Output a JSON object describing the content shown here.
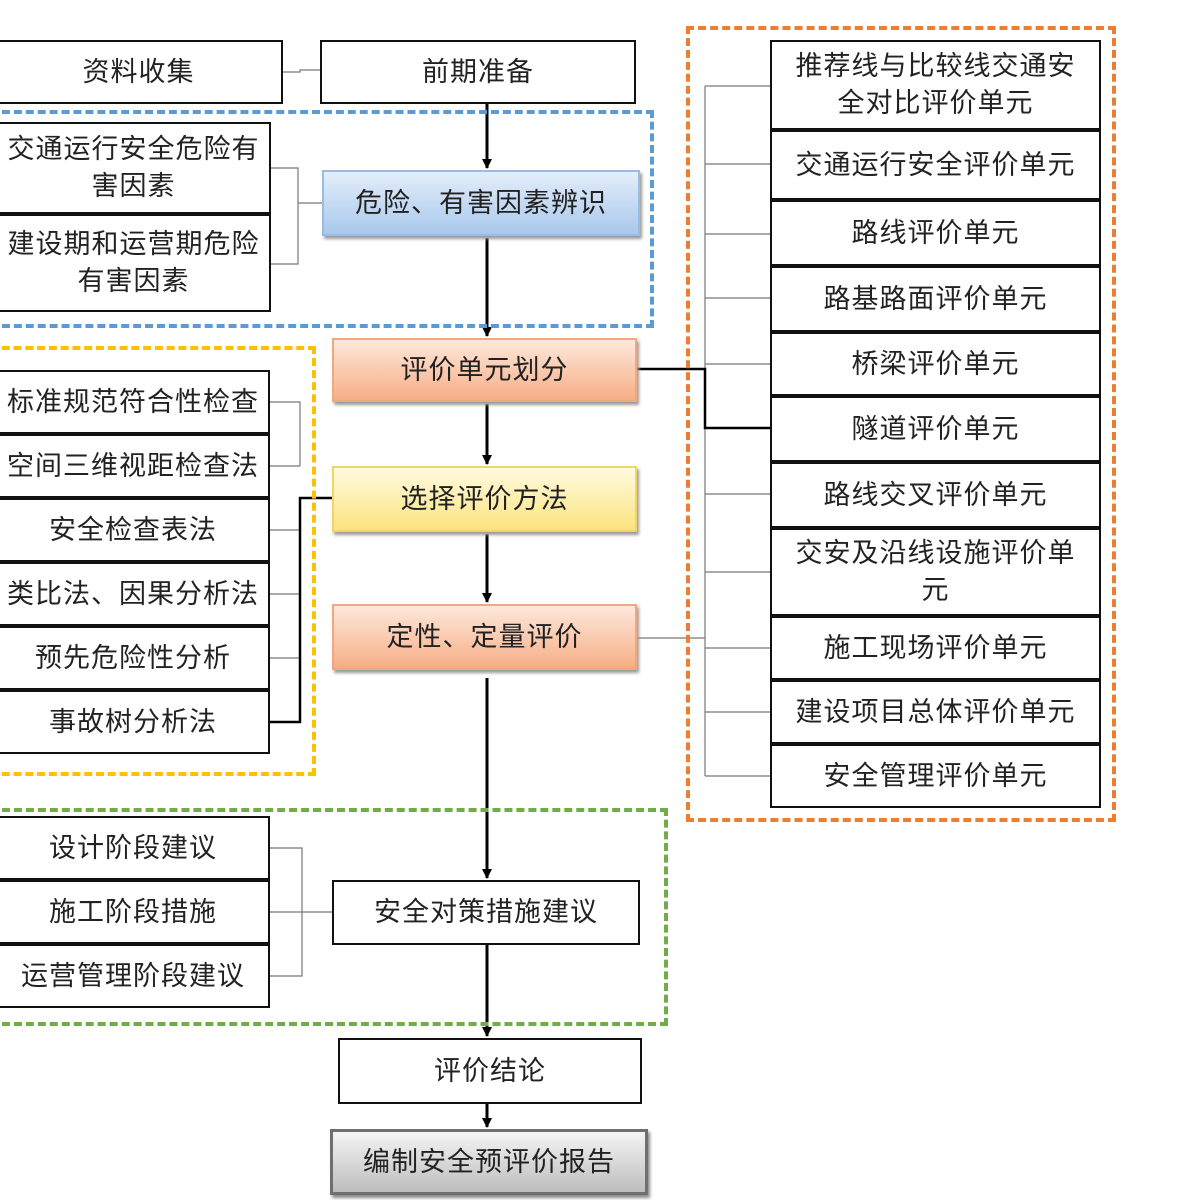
{
  "main_flow": {
    "prep": "前期准备",
    "collect": "资料收集",
    "hazard_identify": "危险、有害因素辨识",
    "unit_divide": "评价单元划分",
    "method_select": "选择评价方法",
    "evaluate": "定性、定量评价",
    "countermeasures": "安全对策措施建议",
    "conclusion": "评价结论",
    "report": "编制安全预评价报告"
  },
  "hazard_factors": [
    "交通运行安全危险有害因素",
    "建设期和运营期危险有害因素"
  ],
  "methods": [
    "标准规范符合性检查",
    "空间三维视距检查法",
    "安全检查表法",
    "类比法、因果分析法",
    "预先危险性分析",
    "事故树分析法"
  ],
  "suggestions": [
    "设计阶段建议",
    "施工阶段措施",
    "运营管理阶段建议"
  ],
  "eval_units": [
    "推荐线与比较线交通安全对比评价单元",
    "交通运行安全评价单元",
    "路线评价单元",
    "路基路面评价单元",
    "桥梁评价单元",
    "隧道评价单元",
    "路线交叉评价单元",
    "交安及沿线设施评价单元",
    "施工现场评价单元",
    "建设项目总体评价单元",
    "安全管理评价单元"
  ],
  "colors": {
    "group_blue": "#5b9bd5",
    "group_yellow": "#ffc000",
    "group_green": "#70ad47",
    "group_orange": "#ed7d31"
  }
}
